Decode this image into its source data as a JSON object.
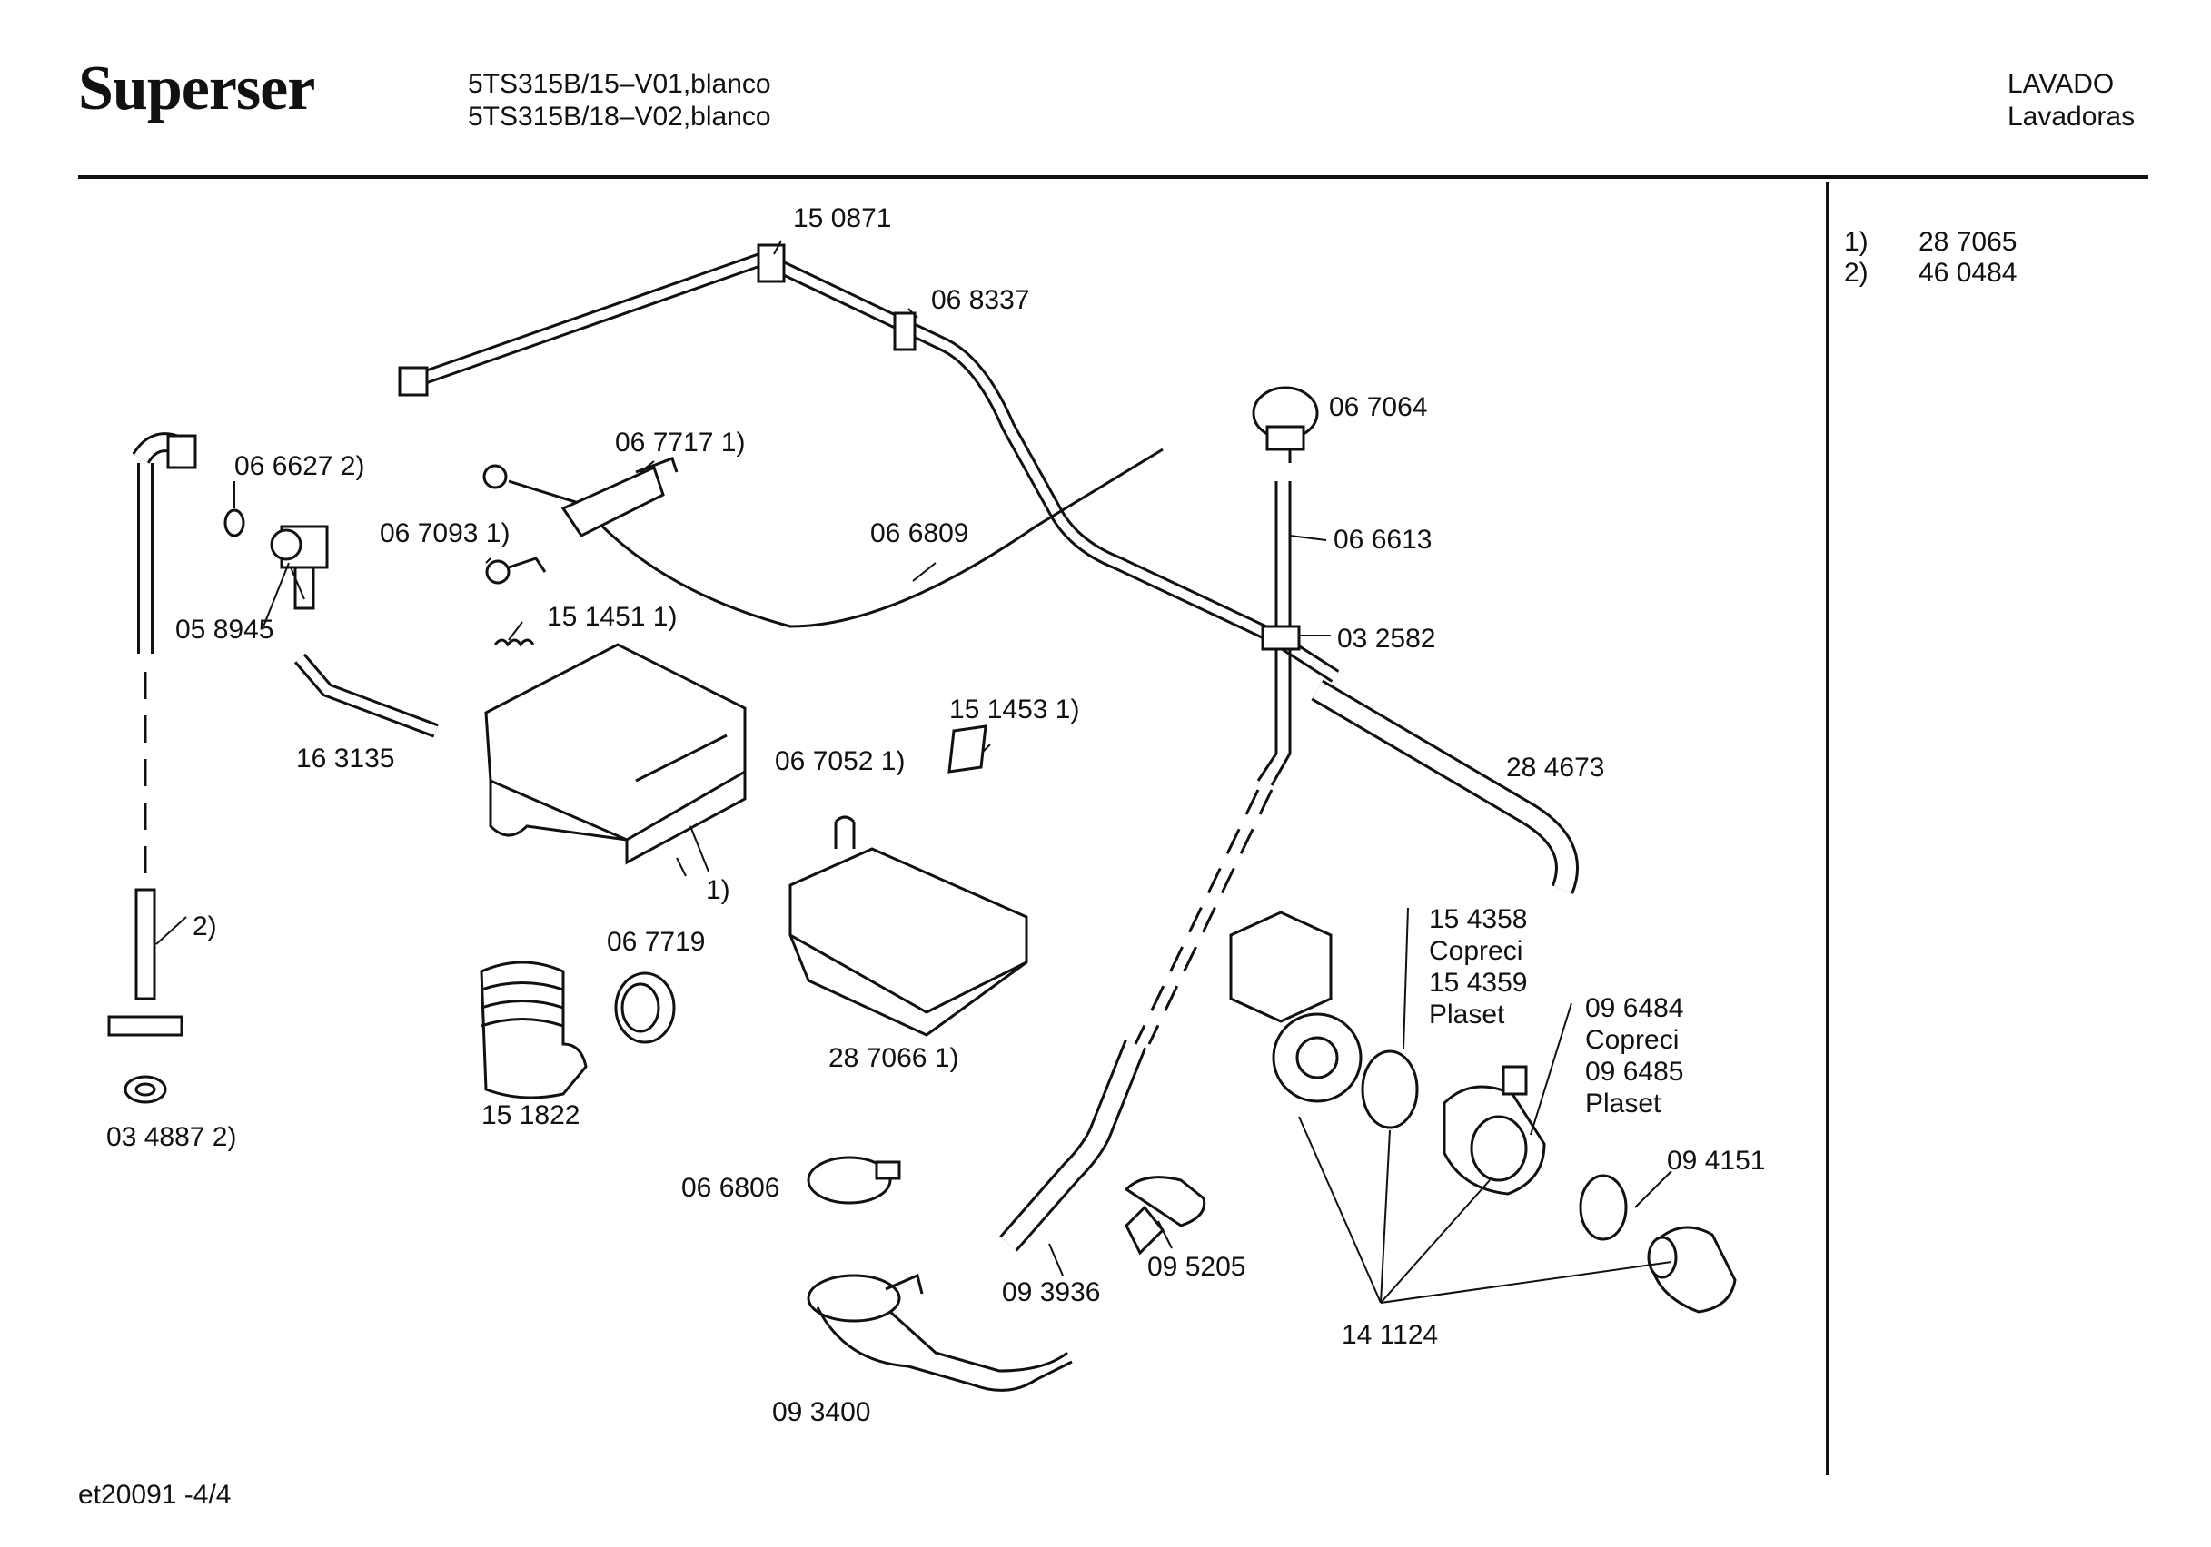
{
  "header": {
    "brand": "Superser",
    "models": [
      "5TS315B/15–V01,blanco",
      "5TS315B/18–V02,blanco"
    ],
    "category": [
      "LAVADO",
      "Lavadoras"
    ]
  },
  "notes": [
    {
      "key": "1)",
      "value": "28 7065"
    },
    {
      "key": "2)",
      "value": "46 0484"
    }
  ],
  "footer": "et20091 -4/4",
  "labels": {
    "p150871": "15 0871",
    "p068337": "06 8337",
    "p067064": "06 7064",
    "p066627": "06 6627 2)",
    "p067717": "06 7717 1)",
    "p067093": "06 7093 1)",
    "p066809": "06 6809",
    "p066613": "06 6613",
    "p058945": "05 8945",
    "p151451": "15 1451 1)",
    "p032582": "03 2582",
    "p151453": "15 1453 1)",
    "p163135": "16 3135",
    "p067052": "06 7052 1)",
    "p284673": "28 4673",
    "p_one": "1)",
    "p_two": "2)",
    "p067719": "06 7719",
    "p154358": "15 4358",
    "copreci1": "Copreci",
    "p154359": "15 4359",
    "plaset1": "Plaset",
    "p096484": "09 6484",
    "copreci2": "Copreci",
    "p096485": "09 6485",
    "plaset2": "Plaset",
    "p287066": "28 7066 1)",
    "p151822": "15 1822",
    "p034887": "03 4887 2)",
    "p094151": "09 4151",
    "p066806": "06 6806",
    "p093936": "09 3936",
    "p095205": "09 5205",
    "p141124": "14 1124",
    "p093400": "09 3400"
  }
}
